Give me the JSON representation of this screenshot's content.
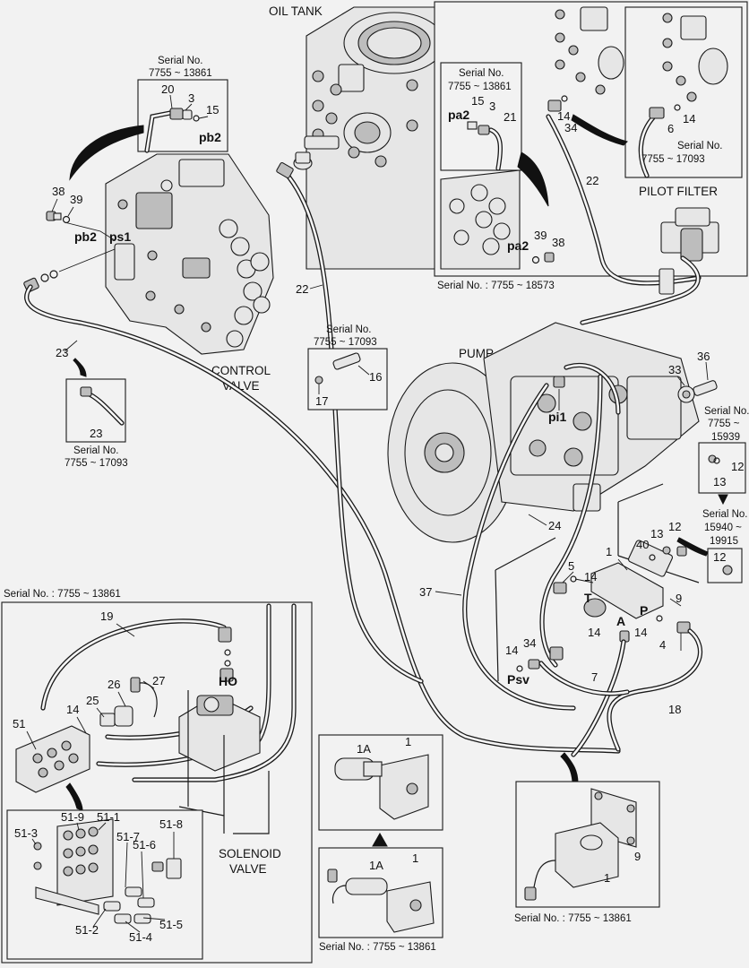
{
  "labels": {
    "oil_tank": "OIL TANK",
    "pilot_filter": "PILOT FILTER",
    "control_valve_1": "CONTROL",
    "control_valve_2": "VALVE",
    "pump": "PUMP",
    "solenoid_valve_1": "SOLENOID",
    "solenoid_valve_2": "VALVE"
  },
  "serials": {
    "sn_label": "Serial No.",
    "range_13861": "7755 ~ 13861",
    "range_17093": "7755 ~ 17093",
    "range_15939_a": "7755 ~",
    "range_15939_b": "15939",
    "range_19915_a": "15940 ~",
    "range_19915_b": "19915",
    "footer_18573": "Serial No. : 7755 ~ 18573",
    "footer_13861": "Serial No. : 7755 ~ 13861"
  },
  "ports": {
    "pb2": "pb2",
    "ps1": "ps1",
    "pa2": "pa2",
    "pi1": "pi1",
    "psv": "Psv",
    "ho": "HO",
    "t": "T",
    "p": "P",
    "a": "A"
  },
  "callouts": {
    "n1": "1",
    "n1a": "1A",
    "n3": "3",
    "n4": "4",
    "n5": "5",
    "n6": "6",
    "n7": "7",
    "n9": "9",
    "n12": "12",
    "n13": "13",
    "n14": "14",
    "n15": "15",
    "n16": "16",
    "n17": "17",
    "n18": "18",
    "n19": "19",
    "n20": "20",
    "n21": "21",
    "n22": "22",
    "n23": "23",
    "n24": "24",
    "n25": "25",
    "n26": "26",
    "n27": "27",
    "n33": "33",
    "n34": "34",
    "n36": "36",
    "n37": "37",
    "n38": "38",
    "n39": "39",
    "n40": "40",
    "n51": "51",
    "n51_1": "51-1",
    "n51_2": "51-2",
    "n51_3": "51-3",
    "n51_4": "51-4",
    "n51_5": "51-5",
    "n51_6": "51-6",
    "n51_7": "51-7",
    "n51_8": "51-8",
    "n51_9": "51-9"
  }
}
